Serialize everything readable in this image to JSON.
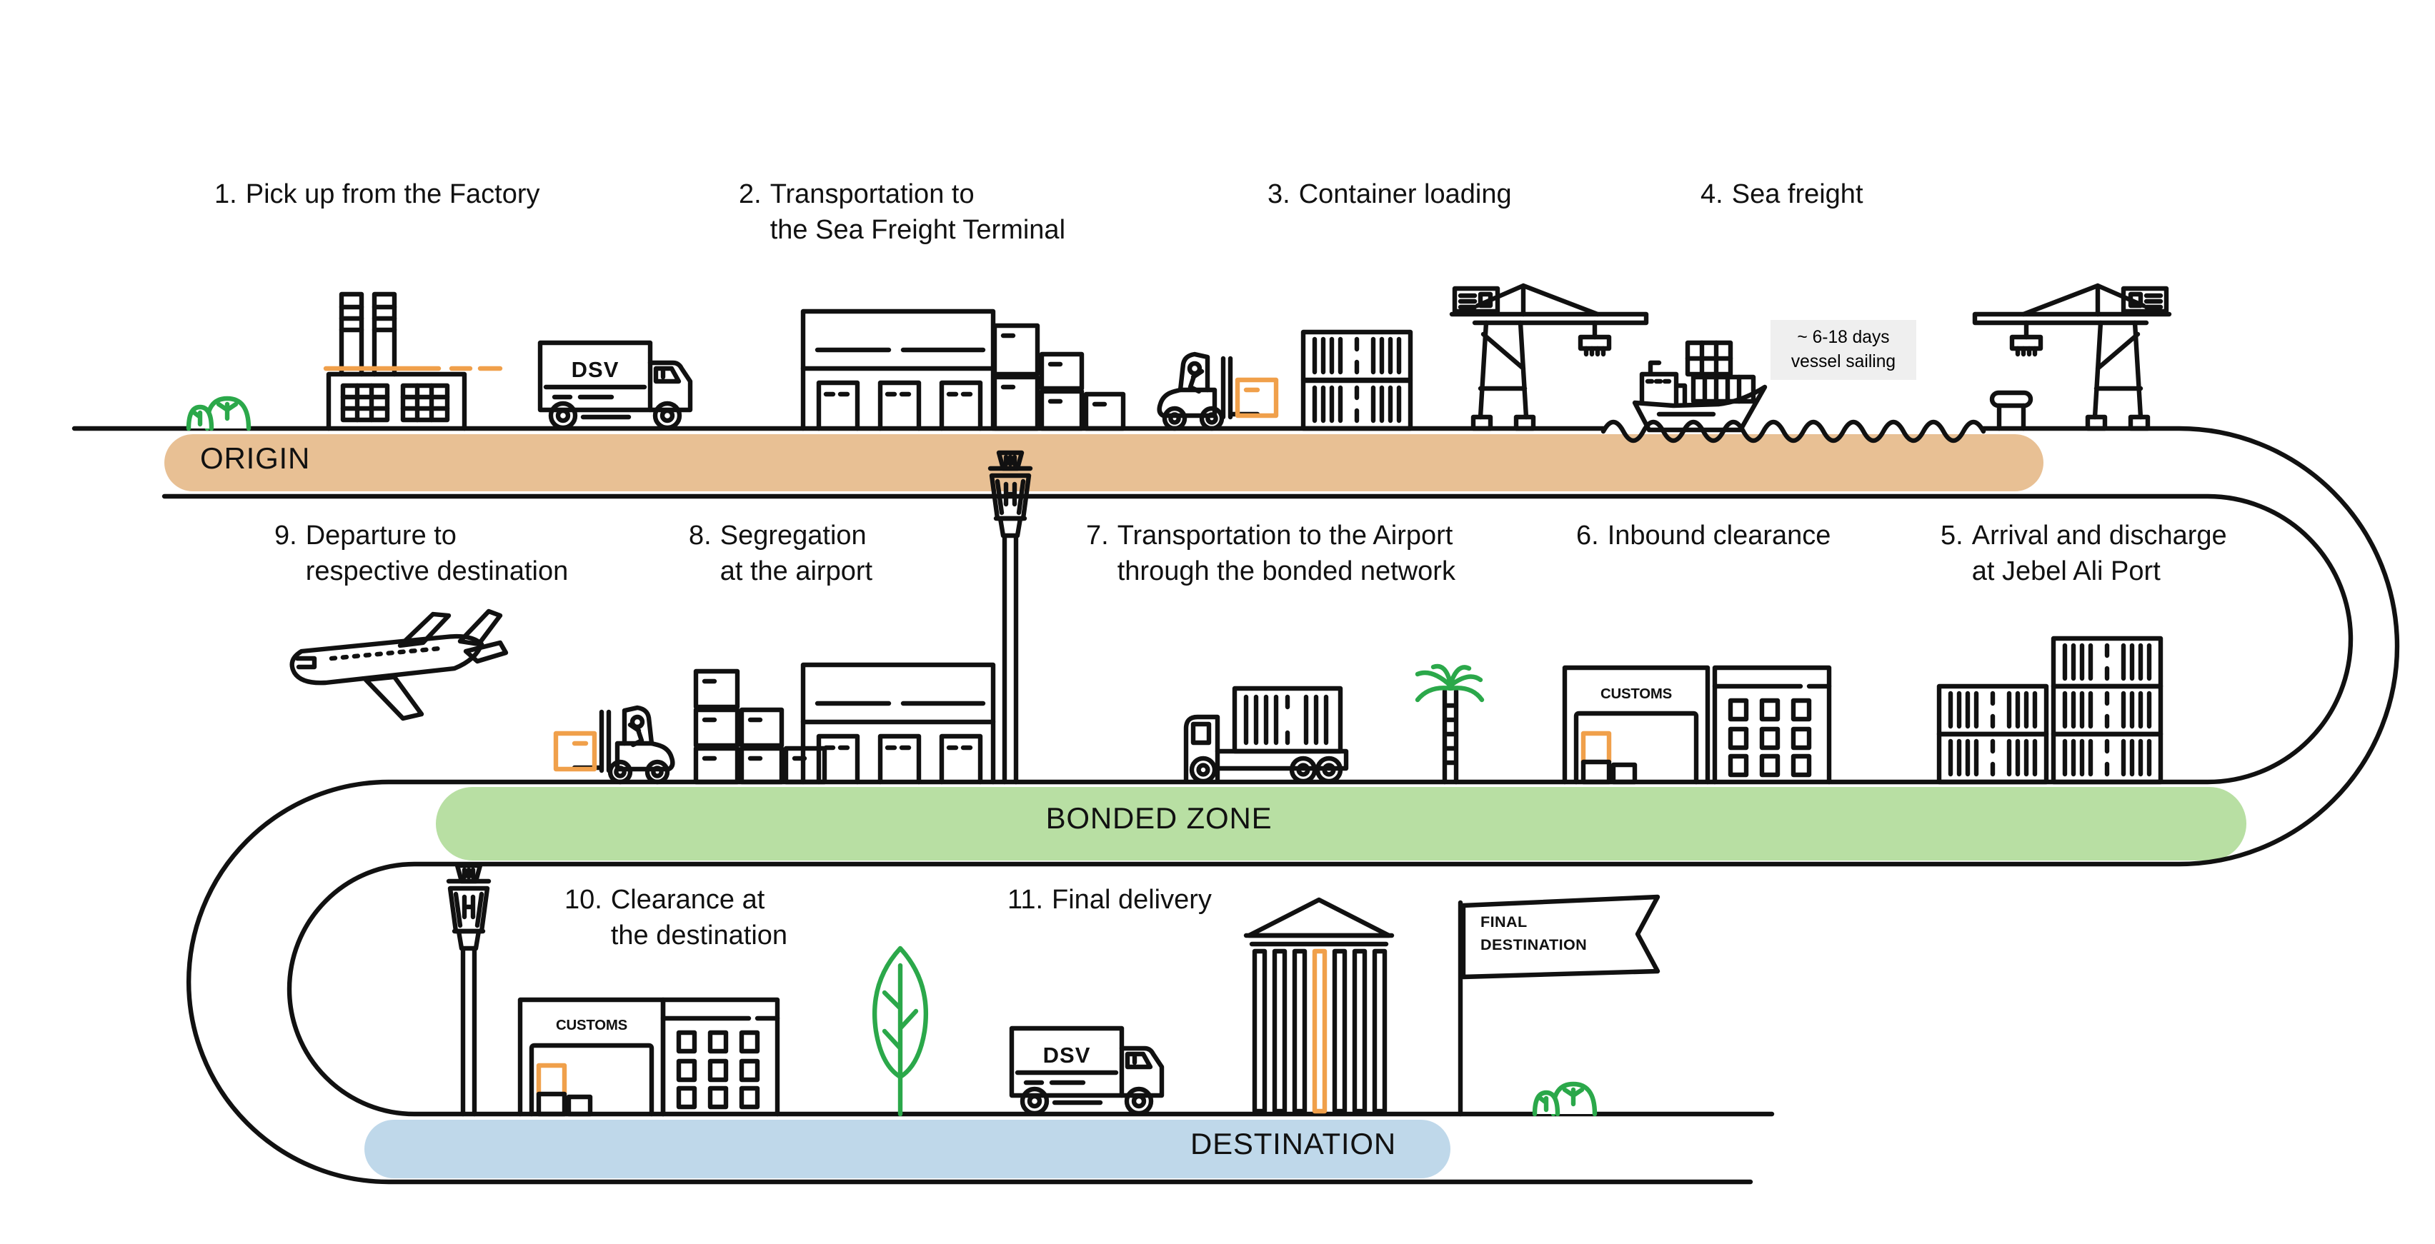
{
  "zones": {
    "origin": {
      "label": "ORIGIN",
      "color": "#E8C094"
    },
    "bonded_zone": {
      "label": "BONDED ZONE",
      "color": "#B8DFA3"
    },
    "destination": {
      "label": "DESTINATION",
      "color": "#BFD8EA"
    }
  },
  "steps": [
    {
      "num": "1.",
      "label": "Pick up from the Factory"
    },
    {
      "num": "2.",
      "label": "Transportation to\nthe Sea Freight Terminal"
    },
    {
      "num": "3.",
      "label": "Container loading"
    },
    {
      "num": "4.",
      "label": "Sea freight"
    },
    {
      "num": "5.",
      "label": "Arrival and discharge\nat Jebel Ali Port"
    },
    {
      "num": "6.",
      "label": "Inbound clearance"
    },
    {
      "num": "7.",
      "label": "Transportation to the Airport\nthrough the bonded network"
    },
    {
      "num": "8.",
      "label": "Segregation\nat the airport"
    },
    {
      "num": "9.",
      "label": "Departure to\nrespective destination"
    },
    {
      "num": "10.",
      "label": "Clearance at\nthe destination"
    },
    {
      "num": "11.",
      "label": "Final delivery"
    }
  ],
  "vessel_note": {
    "line1": "~ 6-18 days",
    "line2": "vessel sailing"
  },
  "labels": {
    "dsv": "DSV",
    "customs": "CUSTOMS",
    "final_flag": "FINAL\nDESTINATION"
  },
  "palette": {
    "line": "#111111",
    "accent_orange": "#F0A04B",
    "plant_green": "#2BA84A",
    "note_bg": "#EFEFEF"
  },
  "icons": [
    "bush",
    "factory",
    "dsv-truck",
    "warehouse",
    "boxes",
    "forklift",
    "containers",
    "gantry-crane",
    "cargo-ship",
    "waves",
    "bollard",
    "airplane",
    "control-tower",
    "container-truck",
    "palm-tree",
    "customs-building",
    "office-building",
    "container-stack",
    "leaf-tree",
    "courthouse-building",
    "final-destination-flag"
  ]
}
